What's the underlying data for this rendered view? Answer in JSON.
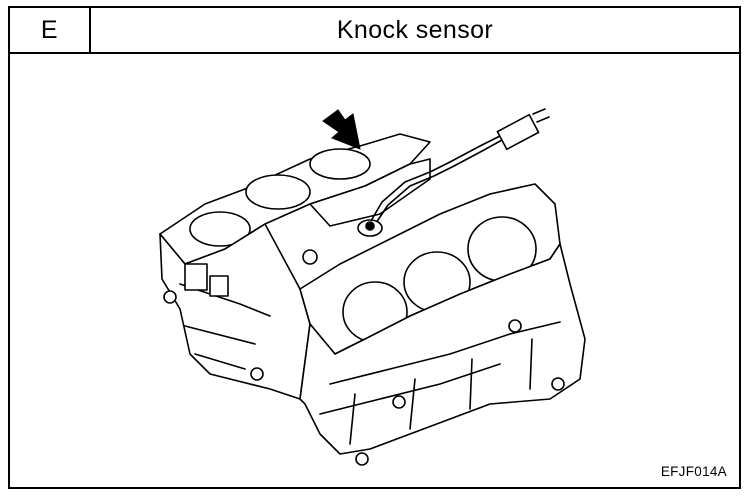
{
  "header": {
    "section_letter": "E",
    "title": "Knock sensor"
  },
  "figure": {
    "code": "EFJF014A",
    "icon": "engine-block-illustration"
  }
}
